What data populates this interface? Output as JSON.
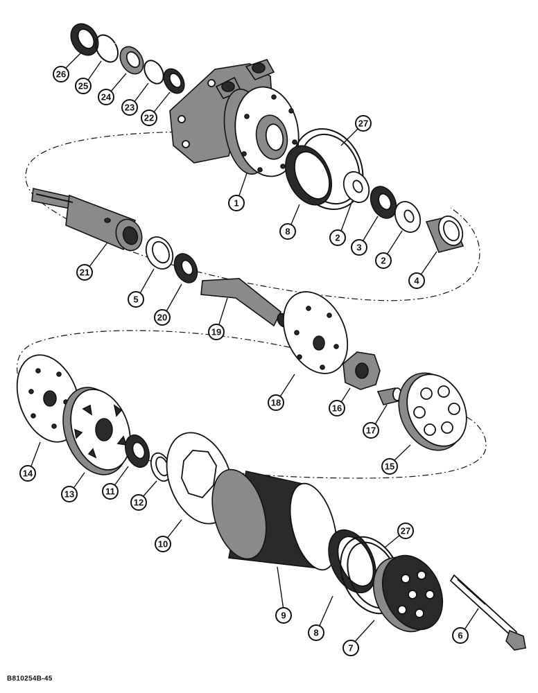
{
  "figure_code": "B810254B-45",
  "callouts": [
    {
      "label": "26"
    },
    {
      "label": "25"
    },
    {
      "label": "24"
    },
    {
      "label": "23"
    },
    {
      "label": "22"
    },
    {
      "label": "27"
    },
    {
      "label": "1"
    },
    {
      "label": "8"
    },
    {
      "label": "2"
    },
    {
      "label": "3"
    },
    {
      "label": "2"
    },
    {
      "label": "4"
    },
    {
      "label": "21"
    },
    {
      "label": "5"
    },
    {
      "label": "20"
    },
    {
      "label": "19"
    },
    {
      "label": "18"
    },
    {
      "label": "16"
    },
    {
      "label": "17"
    },
    {
      "label": "15"
    },
    {
      "label": "14"
    },
    {
      "label": "13"
    },
    {
      "label": "11"
    },
    {
      "label": "12"
    },
    {
      "label": "10"
    },
    {
      "label": "9"
    },
    {
      "label": "27"
    },
    {
      "label": "8"
    },
    {
      "label": "7"
    },
    {
      "label": "6"
    }
  ]
}
